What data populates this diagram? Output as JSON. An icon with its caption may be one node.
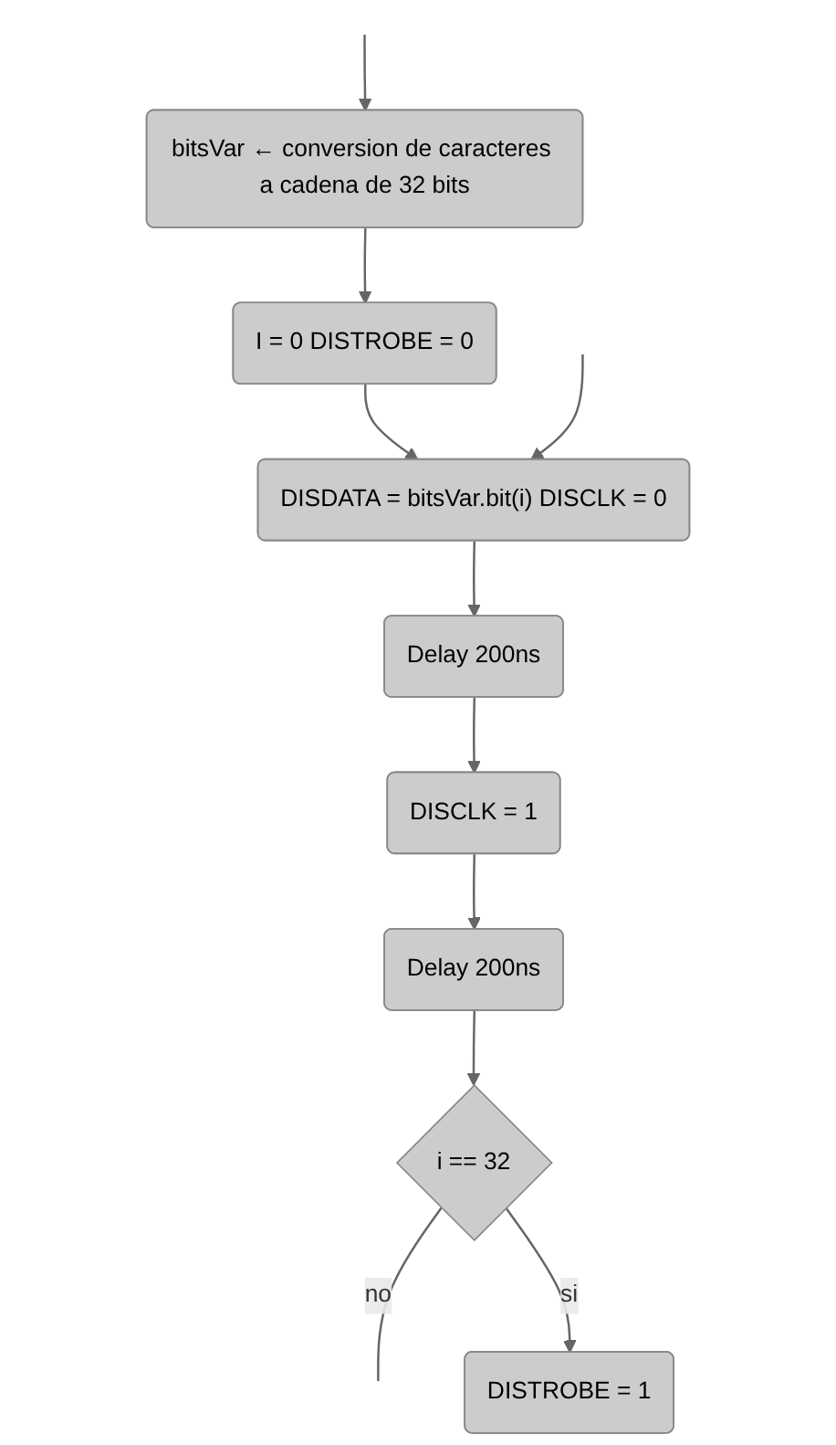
{
  "diagram": {
    "nodes": [
      {
        "text": [
          "bitsVar ← conversion de caracteres a cadena de 32 bits"
        ]
      },
      {
        "text": [
          "I = 0 DISTROBE = 0"
        ]
      },
      {
        "text": [
          "DISDATA = bitsVar.bit(i) DISCLK = 0"
        ]
      },
      {
        "text": [
          "Delay 200ns"
        ]
      },
      {
        "text": [
          "DISCLK = 1"
        ]
      },
      {
        "text": [
          "Delay 200ns"
        ]
      },
      {
        "text": [
          "i == 32"
        ]
      },
      {
        "text": [
          "DISTROBE = 1"
        ]
      }
    ],
    "edges": [
      {
        "from": null,
        "to": 0,
        "arrow": "to"
      },
      {
        "from": 0,
        "to": 1,
        "arrow": "to"
      },
      {
        "from": 1,
        "to": 2,
        "arrow": "to"
      },
      {
        "from": null,
        "to": 2,
        "arrow": "to"
      },
      {
        "from": 2,
        "to": 3,
        "arrow": "to"
      },
      {
        "from": 3,
        "to": 4,
        "arrow": "to"
      },
      {
        "from": 4,
        "to": 5,
        "arrow": "to"
      },
      {
        "from": 5,
        "to": 6,
        "arrow": "to"
      },
      {
        "from": 6,
        "to": null,
        "arrow": "none",
        "label": "no"
      },
      {
        "from": 6,
        "to": 7,
        "arrow": "to",
        "label": "si"
      }
    ]
  }
}
